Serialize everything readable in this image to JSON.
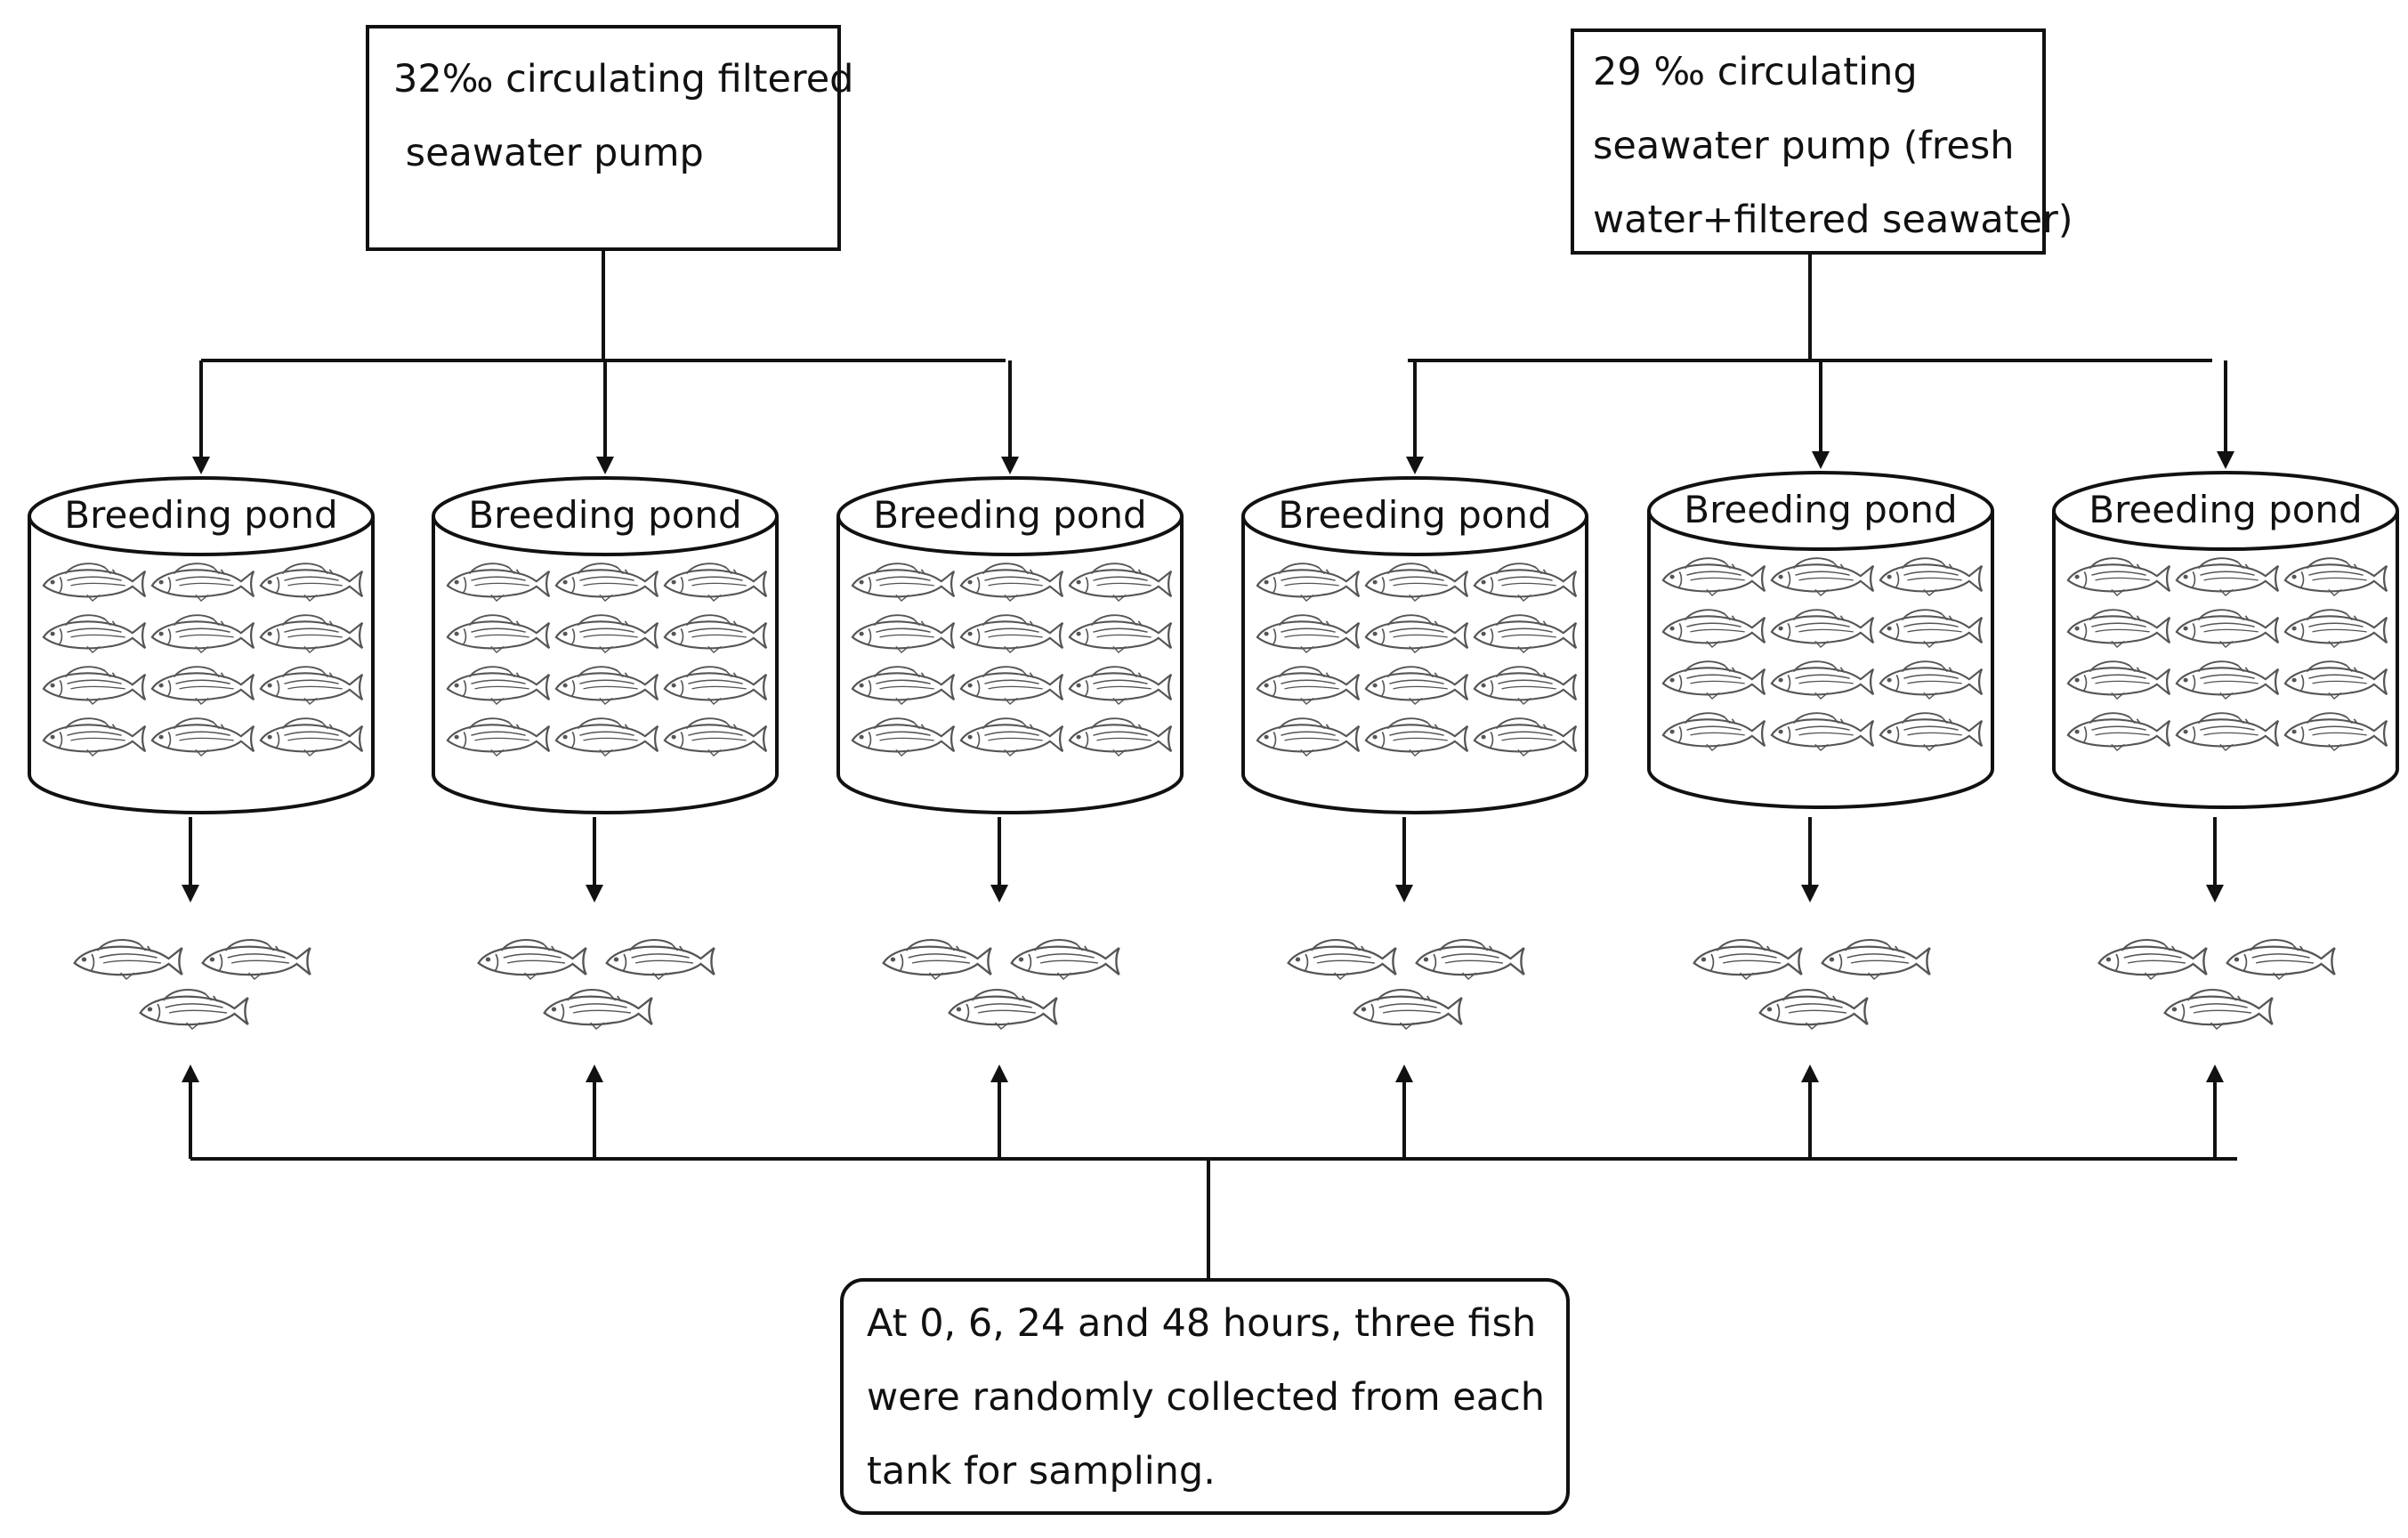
{
  "colors": {
    "stroke": "#111111",
    "fish": "#555555",
    "background": "#ffffff"
  },
  "sources": [
    {
      "lines": [
        "32‰ circulating filtered",
        " seawater pump"
      ]
    },
    {
      "lines": [
        "29 ‰ circulating",
        "seawater pump (fresh",
        "water+filtered seawater)"
      ]
    }
  ],
  "ponds": [
    {
      "label": "Breeding pond"
    },
    {
      "label": "Breeding pond"
    },
    {
      "label": "Breeding pond"
    },
    {
      "label": "Breeding pond"
    },
    {
      "label": "Breeding pond"
    },
    {
      "label": "Breeding pond"
    }
  ],
  "sampling": {
    "lines": [
      "At 0, 6, 24 and 48 hours, three fish",
      "were randomly collected from each",
      "tank for sampling."
    ]
  }
}
